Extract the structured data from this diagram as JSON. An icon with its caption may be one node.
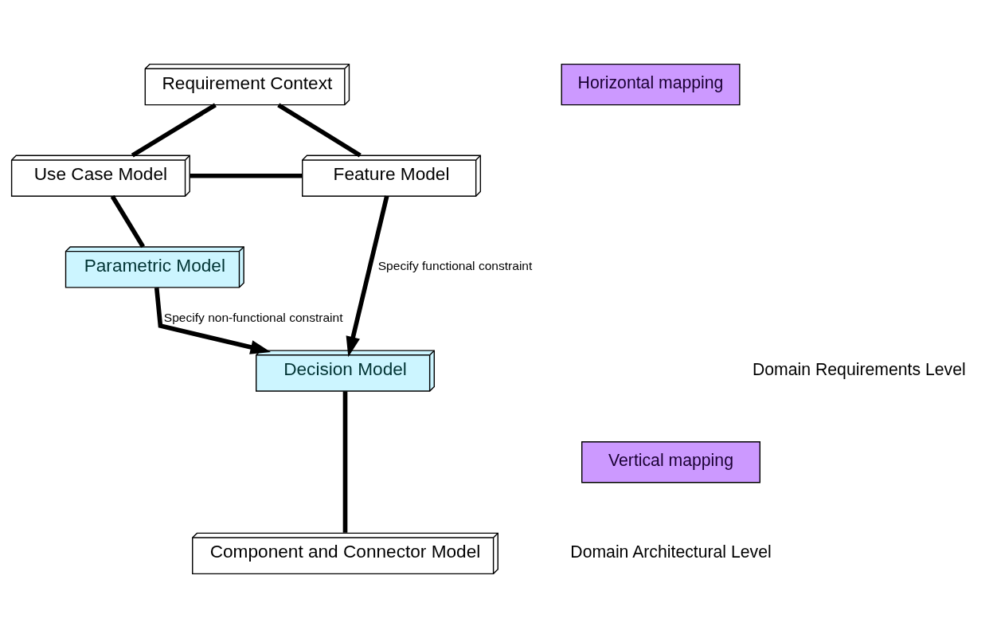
{
  "diagram": {
    "nodes": [
      {
        "text": [
          "Requirement Context"
        ]
      },
      {
        "text": [
          "Use Case Model"
        ]
      },
      {
        "text": [
          "Feature Model"
        ]
      },
      {
        "text": [
          "Parametric Model"
        ]
      },
      {
        "text": [
          "Decision Model"
        ]
      },
      {
        "text": [
          "Component and Connector Model"
        ]
      },
      {
        "text": [
          "Horizontal mapping"
        ]
      },
      {
        "text": [
          "Vertical mapping"
        ]
      }
    ],
    "edges": [
      {
        "from": 0,
        "to": 1,
        "arrow": "none"
      },
      {
        "from": 0,
        "to": 2,
        "arrow": "none"
      },
      {
        "from": 1,
        "to": 2,
        "arrow": "none"
      },
      {
        "from": 1,
        "to": 3,
        "arrow": "none"
      },
      {
        "from": 3,
        "to": 4,
        "arrow": "to",
        "label": "Specify non-functional constraint"
      },
      {
        "from": 2,
        "to": 4,
        "arrow": "to",
        "label": "Specify functional constraint"
      },
      {
        "from": 4,
        "to": 5,
        "arrow": "none"
      }
    ],
    "labels": [
      "Domain Requirements Level",
      "Domain Architectural Level"
    ]
  }
}
